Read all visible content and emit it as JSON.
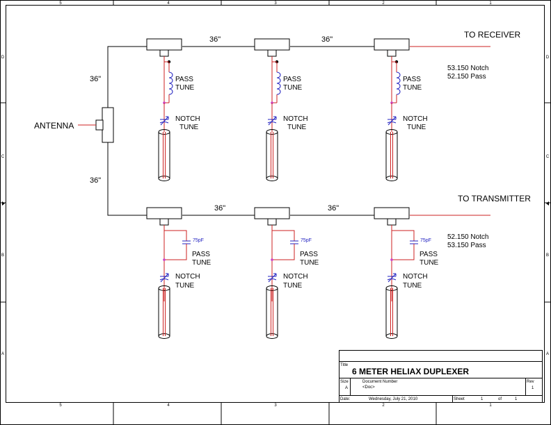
{
  "border": {
    "columns": [
      "5",
      "4",
      "3",
      "2",
      "1"
    ],
    "rows": [
      "D",
      "C",
      "B",
      "A"
    ]
  },
  "diagram": {
    "antenna_label": "ANTENNA",
    "receiver_label": "TO RECEIVER",
    "transmitter_label": "TO TRANSMITTER",
    "length_label": "36\"",
    "pass_label": "PASS",
    "notch_label": "NOTCH",
    "tune_label": "TUNE",
    "cap_value": "75pF",
    "rx_notes": [
      "53.150 Notch",
      "52.150 Pass"
    ],
    "tx_notes": [
      "52.150 Notch",
      "53.150 Pass"
    ],
    "colors": {
      "wire": "#000000",
      "trace": "#cc2020",
      "variable": "#2020c0",
      "capacitor_text": "#2020c0",
      "node": "#cc40cc"
    }
  },
  "title_block": {
    "title_caption": "Title",
    "title": "6 METER HELIAX DUPLEXER",
    "size_caption": "Size",
    "size": "A",
    "doc_caption": "Document Number",
    "doc": "<Doc>",
    "rev_caption": "Rev",
    "rev": "1",
    "date_caption": "Date:",
    "date": "Wednesday, July 21, 2010",
    "sheet_caption": "Sheet",
    "sheet": "1",
    "of_caption": "of",
    "of": "1"
  }
}
